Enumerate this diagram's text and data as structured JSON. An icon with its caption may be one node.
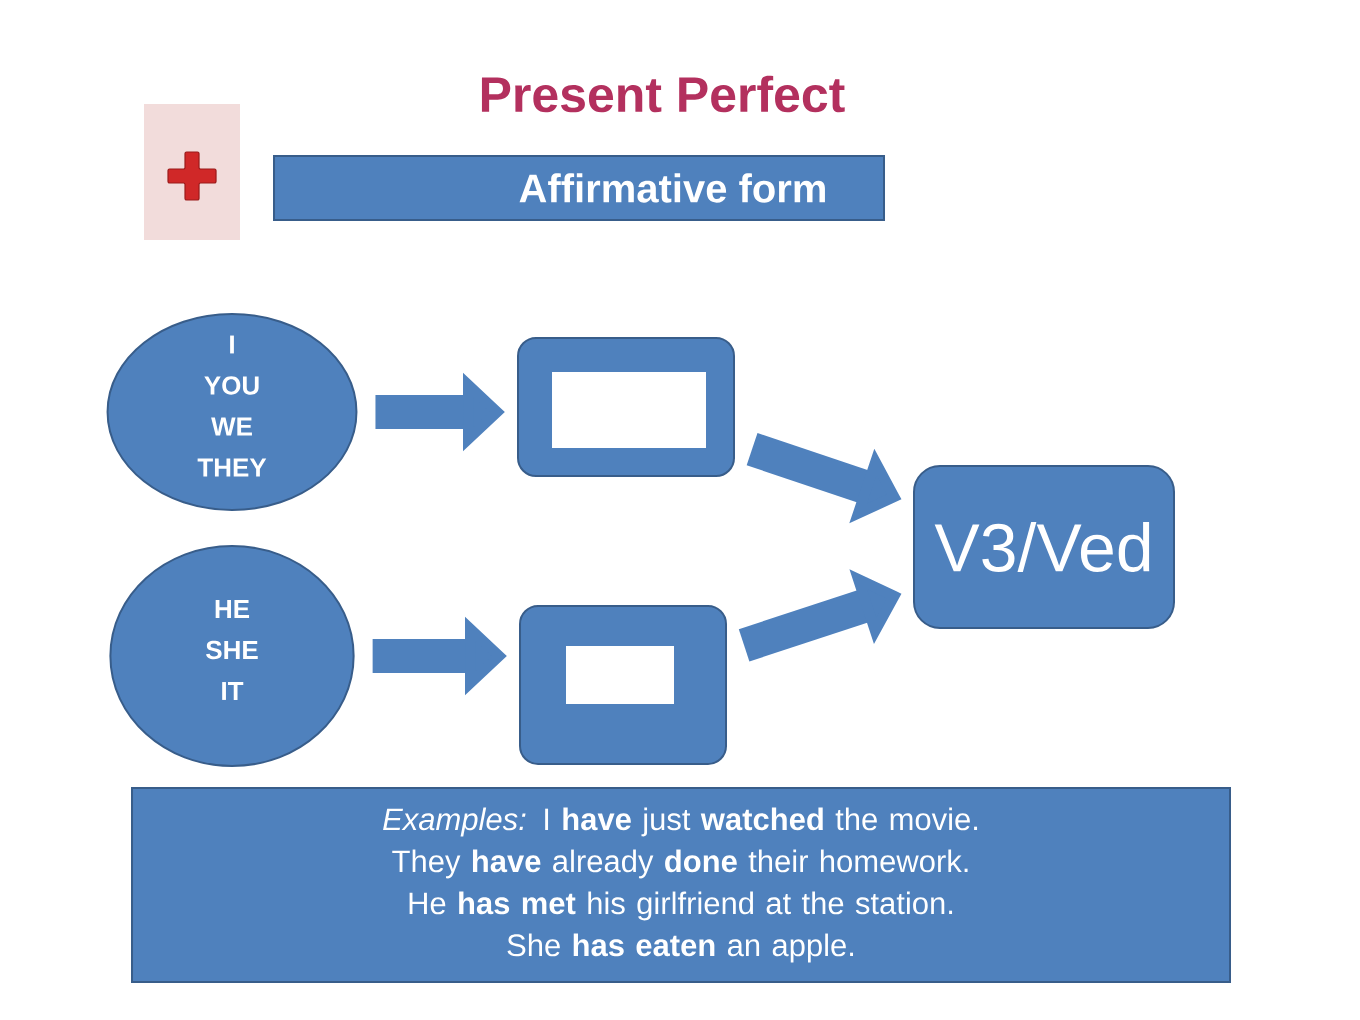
{
  "diagram": {
    "title": "Present Perfect",
    "nodes": [
      {
        "text": [
          "Affirmative form"
        ]
      },
      {
        "text": [
          "I",
          "YOU",
          "WE",
          "THEY"
        ]
      },
      {
        "text": [
          "HE",
          "SHE",
          "IT"
        ]
      },
      {
        "text": [],
        "shape": "box"
      },
      {
        "text": [],
        "shape": "box"
      },
      {
        "text": [
          "V3/Ved"
        ]
      },
      {
        "text": [
          "*Examples:* I **have** just **watched** the movie.",
          "They **have** already **done** their homework.",
          "He **has met** his girlfriend at the station.",
          "She **has eaten** an apple."
        ]
      }
    ],
    "edges": [
      {
        "from": 1,
        "to": 3,
        "arrow": "to"
      },
      {
        "from": 3,
        "to": 5,
        "arrow": "to"
      },
      {
        "from": 2,
        "to": 4,
        "arrow": "to"
      },
      {
        "from": 4,
        "to": 5,
        "arrow": "to"
      }
    ]
  }
}
